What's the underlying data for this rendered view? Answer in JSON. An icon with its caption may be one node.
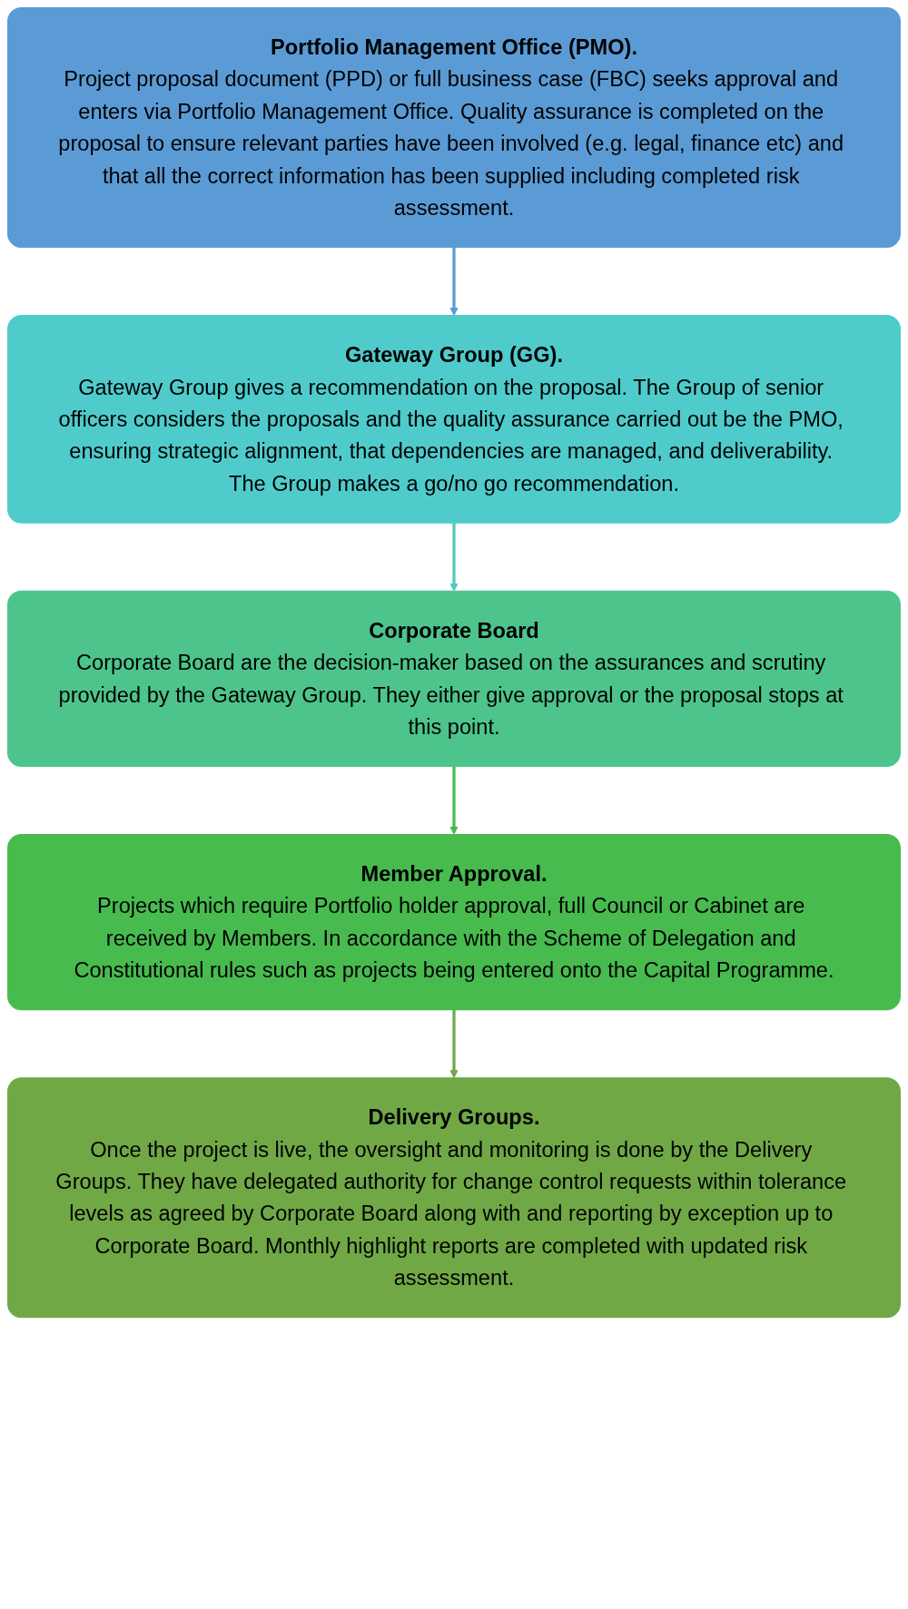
{
  "diagram": {
    "nodes": [
      {
        "text": [
          "Portfolio Management Office (PMO).",
          "Project proposal document (PPD) or full business case (FBC) seeks approval and enters via Portfolio Management Office. Quality assurance is completed on the proposal to ensure relevant parties have been involved (e.g. legal, finance etc) and that all the correct information has been supplied including completed risk assessment."
        ]
      },
      {
        "text": [
          "Gateway Group (GG).",
          "Gateway Group gives a recommendation on the proposal. The Group of senior officers considers the proposals and the quality assurance carried out be the PMO, ensuring strategic alignment, that dependencies are managed, and deliverability. The Group makes a go/no go recommendation."
        ]
      },
      {
        "text": [
          "Corporate Board",
          "Corporate Board are the decision-maker based on the assurances and scrutiny provided by the Gateway Group. They either give approval or the proposal stops at this point."
        ]
      },
      {
        "text": [
          "Member Approval.",
          "Projects which require Portfolio holder approval, full Council or Cabinet are received by Members. In accordance with the Scheme of Delegation and Constitutional rules such as projects being entered onto the Capital Programme."
        ]
      },
      {
        "text": [
          "Delivery Groups.",
          "Once the project is live, the oversight and monitoring is done by the Delivery Groups. They have delegated authority for change control requests within tolerance levels as agreed by Corporate Board along with and reporting by exception up to Corporate Board. Monthly highlight reports are completed with updated risk assessment."
        ]
      }
    ],
    "edges": [
      {
        "from": 0,
        "to": 1,
        "arrow": "to",
        "color": "#5b9bd5"
      },
      {
        "from": 1,
        "to": 2,
        "arrow": "to",
        "color": "#4fc9b6"
      },
      {
        "from": 2,
        "to": 3,
        "arrow": "to",
        "color": "#48bb4f"
      },
      {
        "from": 3,
        "to": 4,
        "arrow": "to",
        "color": "#70a846"
      }
    ]
  }
}
